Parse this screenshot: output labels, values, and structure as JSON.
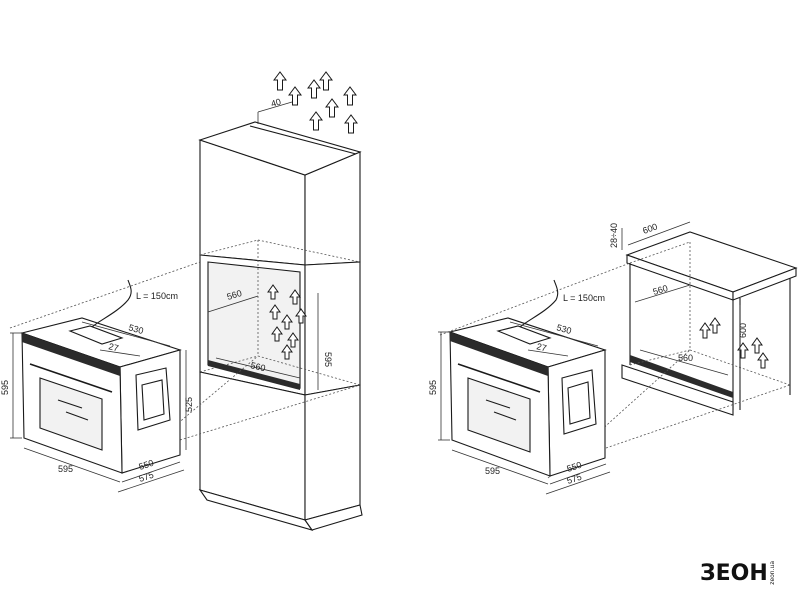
{
  "labels": {
    "d40": "40",
    "cable_left": "L = 150cm",
    "cable_right": "L = 150cm",
    "d530_left": "530",
    "d27_left": "27",
    "d595_h_left": "595",
    "d525_left": "525",
    "d595_w_left": "595",
    "d550_left": "550",
    "d575_left": "575",
    "d560_top_left": "560",
    "d560_bottom_left": "560",
    "d595_niche_left": "595",
    "d28_40": "28÷40",
    "d600_top": "600",
    "d560_top_right": "560",
    "d600_side": "600",
    "d560_bottom_right": "560",
    "d530_right": "530",
    "d27_right": "27",
    "d595_h_right": "595",
    "d595_w_right": "595",
    "d550_right": "550",
    "d575_right": "575"
  },
  "brand": {
    "logo_text": "ЗЕОН",
    "logo_sub": "zeon.ua",
    "logo_color": "#111111"
  },
  "icons": [
    "airflow-arrow-icon"
  ]
}
